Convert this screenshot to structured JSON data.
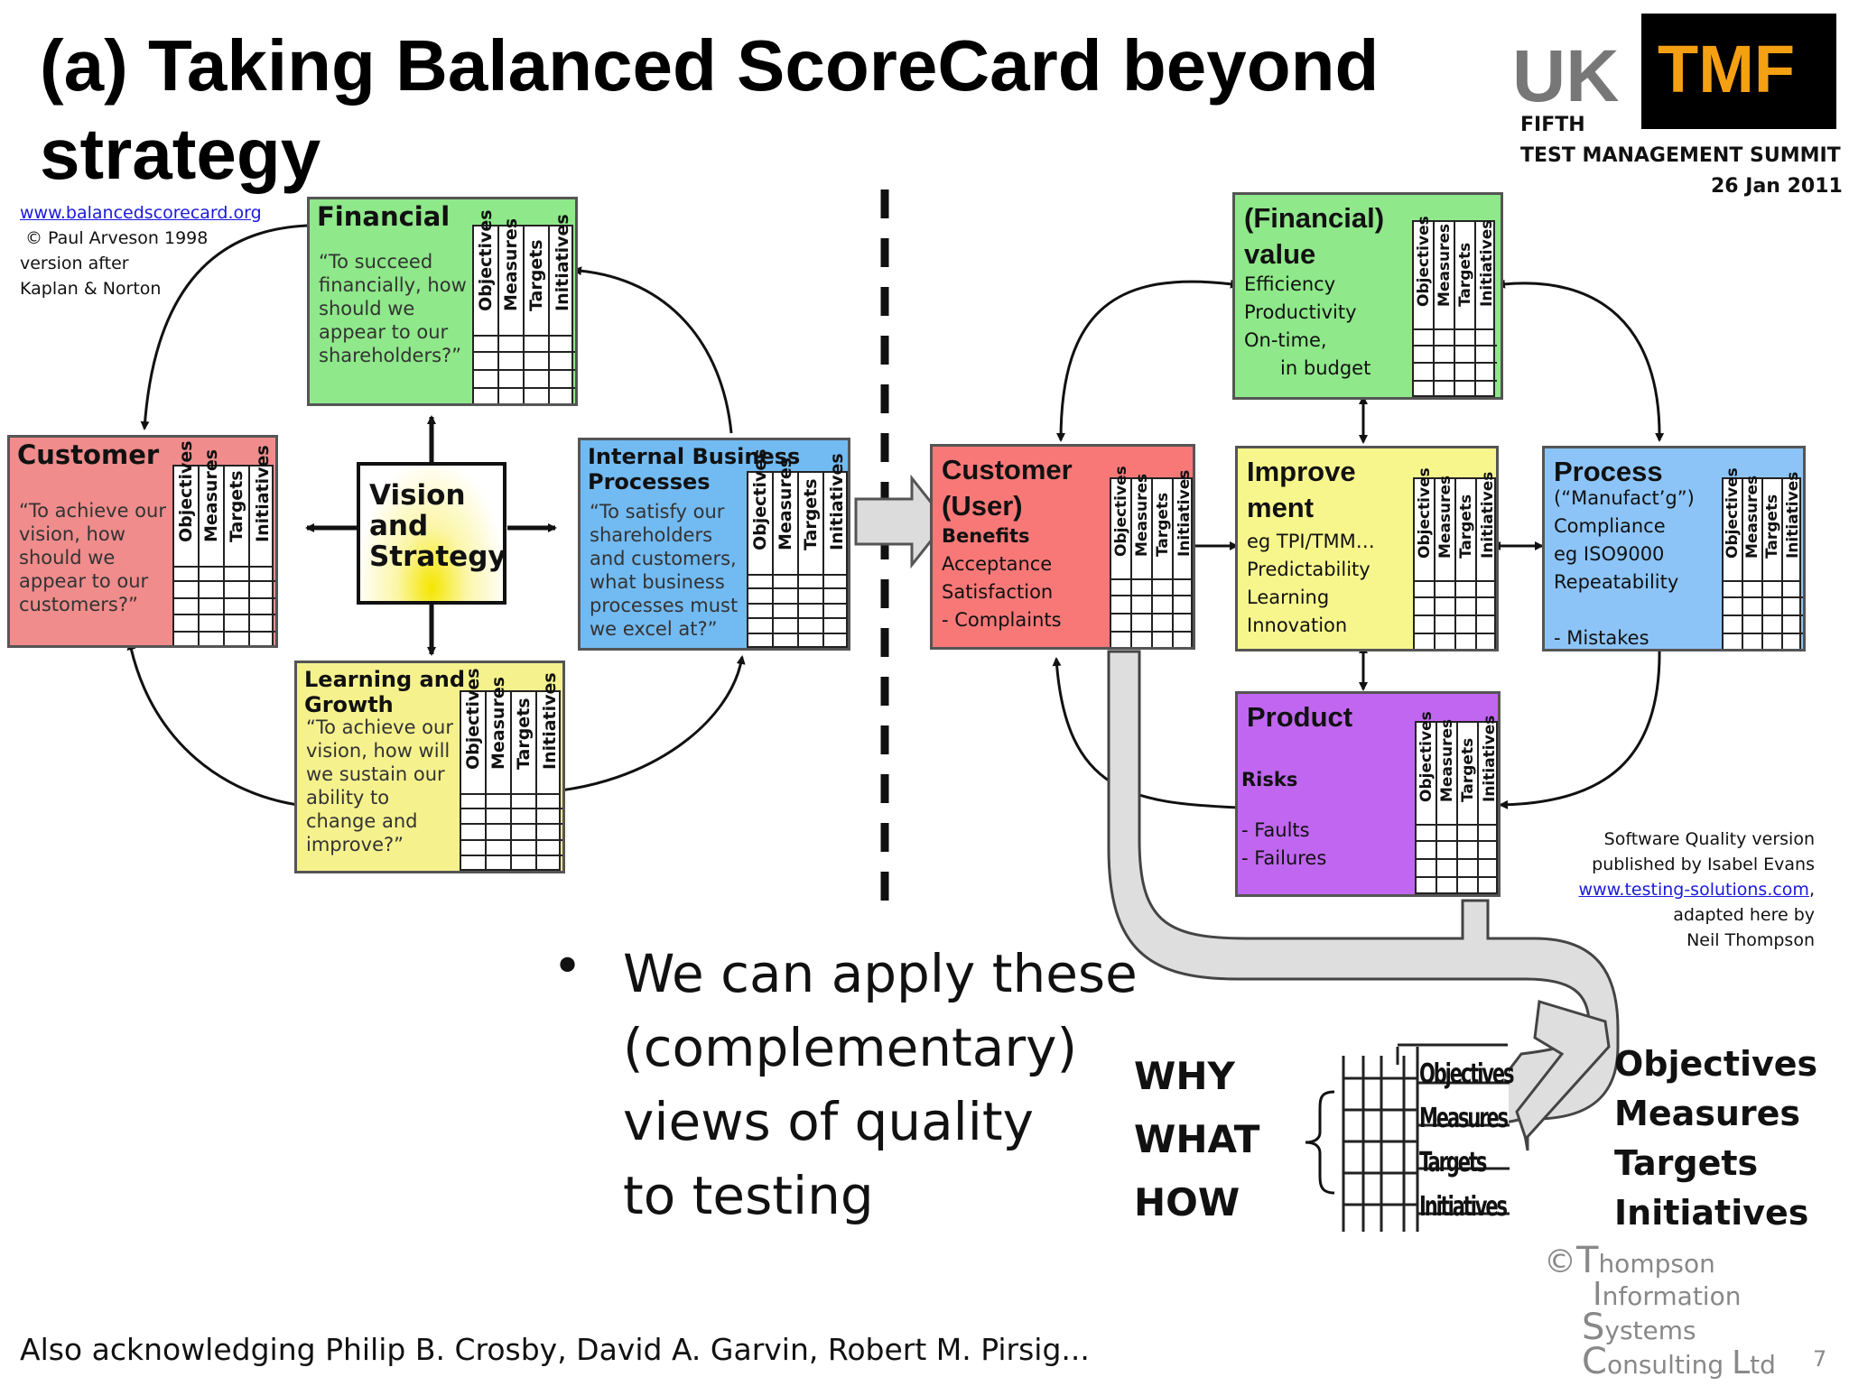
{
  "title": "(a) Taking Balanced ScoreCard beyond strategy",
  "logo": {
    "uk": "UK",
    "tmf": "TMF",
    "line1": "FIFTH",
    "line2": "TEST MANAGEMENT SUMMIT",
    "date": "26 Jan 2011"
  },
  "credit_left": {
    "link": "www.balancedscorecard.org",
    "line1": "© Paul Arveson 1998",
    "line2": "version after",
    "line3": "Kaplan & Norton"
  },
  "grid_headers": [
    "Objectives",
    "Measures",
    "Targets",
    "Initiatives"
  ],
  "left_boxes": {
    "financial": {
      "title": "Financial",
      "quote": [
        "“To succeed",
        "financially, how",
        "should we",
        "appear to our",
        "shareholders?”"
      ],
      "color": "#8fe88a"
    },
    "customer": {
      "title": "Customer",
      "quote": [
        "“To achieve our",
        "vision, how",
        "should we",
        "appear to our",
        "customers?”"
      ],
      "color": "#f08c8c"
    },
    "internal": {
      "title": [
        "Internal Business",
        "Processes"
      ],
      "quote": [
        "“To satisfy our",
        "shareholders",
        "and customers,",
        "what business",
        "processes must",
        "we excel at?”"
      ],
      "color": "#72baf2"
    },
    "learning": {
      "title": [
        "Learning and",
        "Growth"
      ],
      "quote": [
        "“To achieve our",
        "vision, how will",
        "we sustain our",
        "ability to",
        "change and",
        "improve?”"
      ],
      "color": "#f5f28e"
    },
    "vision": {
      "title": [
        "Vision",
        "and",
        "Strategy"
      ]
    }
  },
  "right_boxes": {
    "value": {
      "title": [
        "(Financial)",
        "value"
      ],
      "lines": [
        "Efficiency",
        "Productivity",
        "On-time,",
        "      in budget"
      ],
      "color": "#8fe88a"
    },
    "customer": {
      "title": [
        "Customer",
        "(User)"
      ],
      "subtitle": "Benefits",
      "lines": [
        "Acceptance",
        "Satisfaction",
        "- Complaints"
      ],
      "color": "#f87878"
    },
    "improve": {
      "title": [
        "Improve",
        "ment"
      ],
      "lines": [
        "eg TPI/TMM…",
        "Predictability",
        "Learning",
        "Innovation"
      ],
      "color": "#f7f68c"
    },
    "process": {
      "title": "Process",
      "lines": [
        "(“Manufact’g”)",
        "Compliance",
        "eg ISO9000",
        "Repeatability",
        "",
        "- Mistakes"
      ],
      "color": "#8cc4f8"
    },
    "product": {
      "title": "Product",
      "subtitle": "Risks",
      "lines": [
        "- Faults",
        "- Failures"
      ],
      "color": "#c066f0"
    }
  },
  "credit_right": {
    "line1": "Software Quality version",
    "line2": "published by Isabel Evans",
    "link": "www.testing-solutions.com",
    "comma": ",",
    "line3": "adapted here by",
    "line4": "Neil Thompson"
  },
  "bullet": {
    "symbol": "•",
    "lines": [
      "We can apply these",
      "(complementary)",
      "views of quality",
      "to testing"
    ]
  },
  "why_what_how": [
    "WHY",
    "WHAT",
    "HOW"
  ],
  "right_terms": [
    "Objectives",
    "Measures",
    "Targets",
    "Initiatives"
  ],
  "footer": "Also acknowledging Philip B. Crosby, David A. Garvin, Robert M. Pirsig...",
  "tics": {
    "copy": "©",
    "l1a": "T",
    "l1b": "hompson",
    "l2a": "I",
    "l2b": "nformation",
    "l3a": "S",
    "l3b": "ystems",
    "l4a": "C",
    "l4b": "onsulting ",
    "l4c": "L",
    "l4d": "td"
  },
  "page_number": "7"
}
